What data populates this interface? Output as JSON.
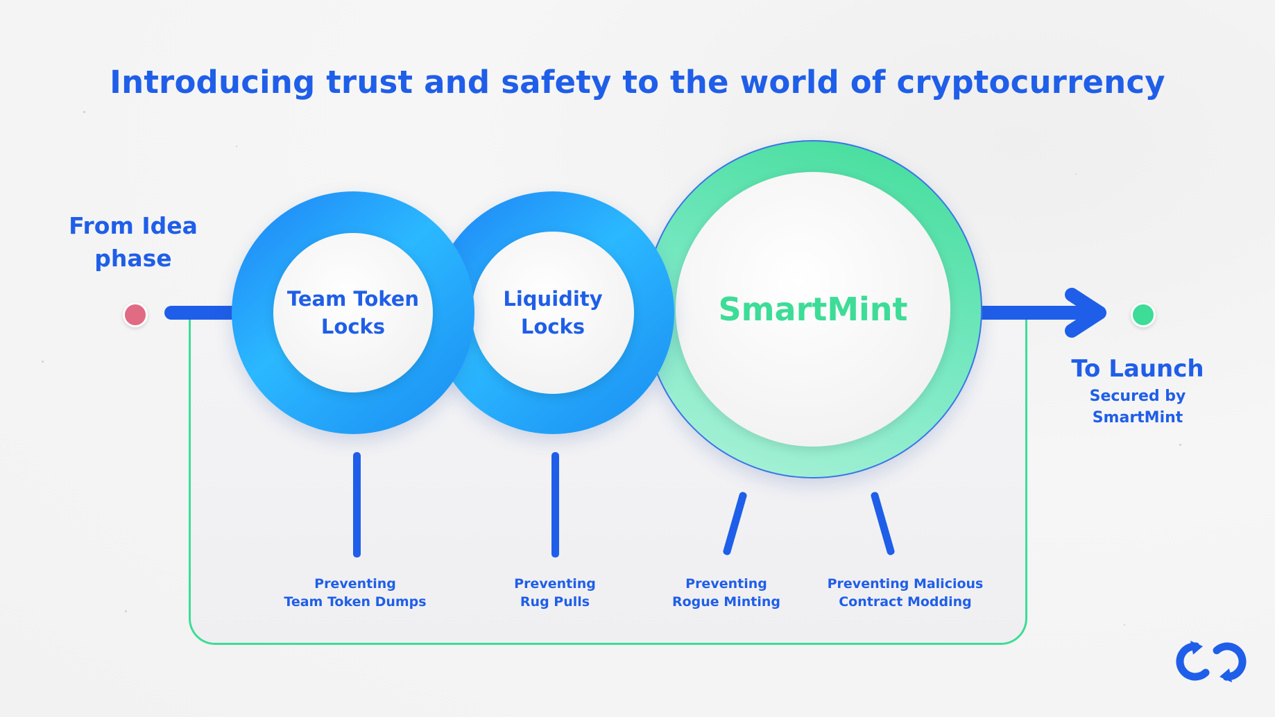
{
  "title": "Introducing trust and safety to the world of cryptocurrency",
  "start": {
    "label": "From Idea\nphase",
    "dot_color": "#e06b83"
  },
  "end": {
    "label": "To Launch",
    "sublabel": "Secured by\nSmartMint",
    "dot_color": "#3ddc97"
  },
  "stages": [
    {
      "label": "Team Token\nLocks",
      "ring": "blue"
    },
    {
      "label": "Liquidity\nLocks",
      "ring": "blue"
    },
    {
      "label": "SmartMint",
      "ring": "green"
    }
  ],
  "captions": [
    "Preventing\nTeam Token Dumps",
    "Preventing\nRug Pulls",
    "Preventing\nRogue Minting",
    "Preventing Malicious\nContract Modding"
  ],
  "colors": {
    "primary_blue": "#1f5ee8",
    "ring_blue": "#1d82f5",
    "accent_green": "#3ddc97",
    "start_dot": "#e06b83"
  },
  "icons": {
    "logo": "smartmint-logo-icon",
    "arrow": "arrow-right-icon"
  }
}
